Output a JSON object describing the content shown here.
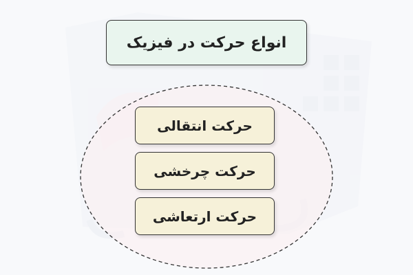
{
  "title": "انواع حرکت در فیزیک",
  "types": [
    "حرکت انتقالی",
    "حرکت چرخشی",
    "حرکت ارتعاشی"
  ],
  "colors": {
    "title_fill": "#e9f5ee",
    "item_fill": "#f6f1d9",
    "outline": "#333333",
    "background": "#f8f9fb"
  }
}
